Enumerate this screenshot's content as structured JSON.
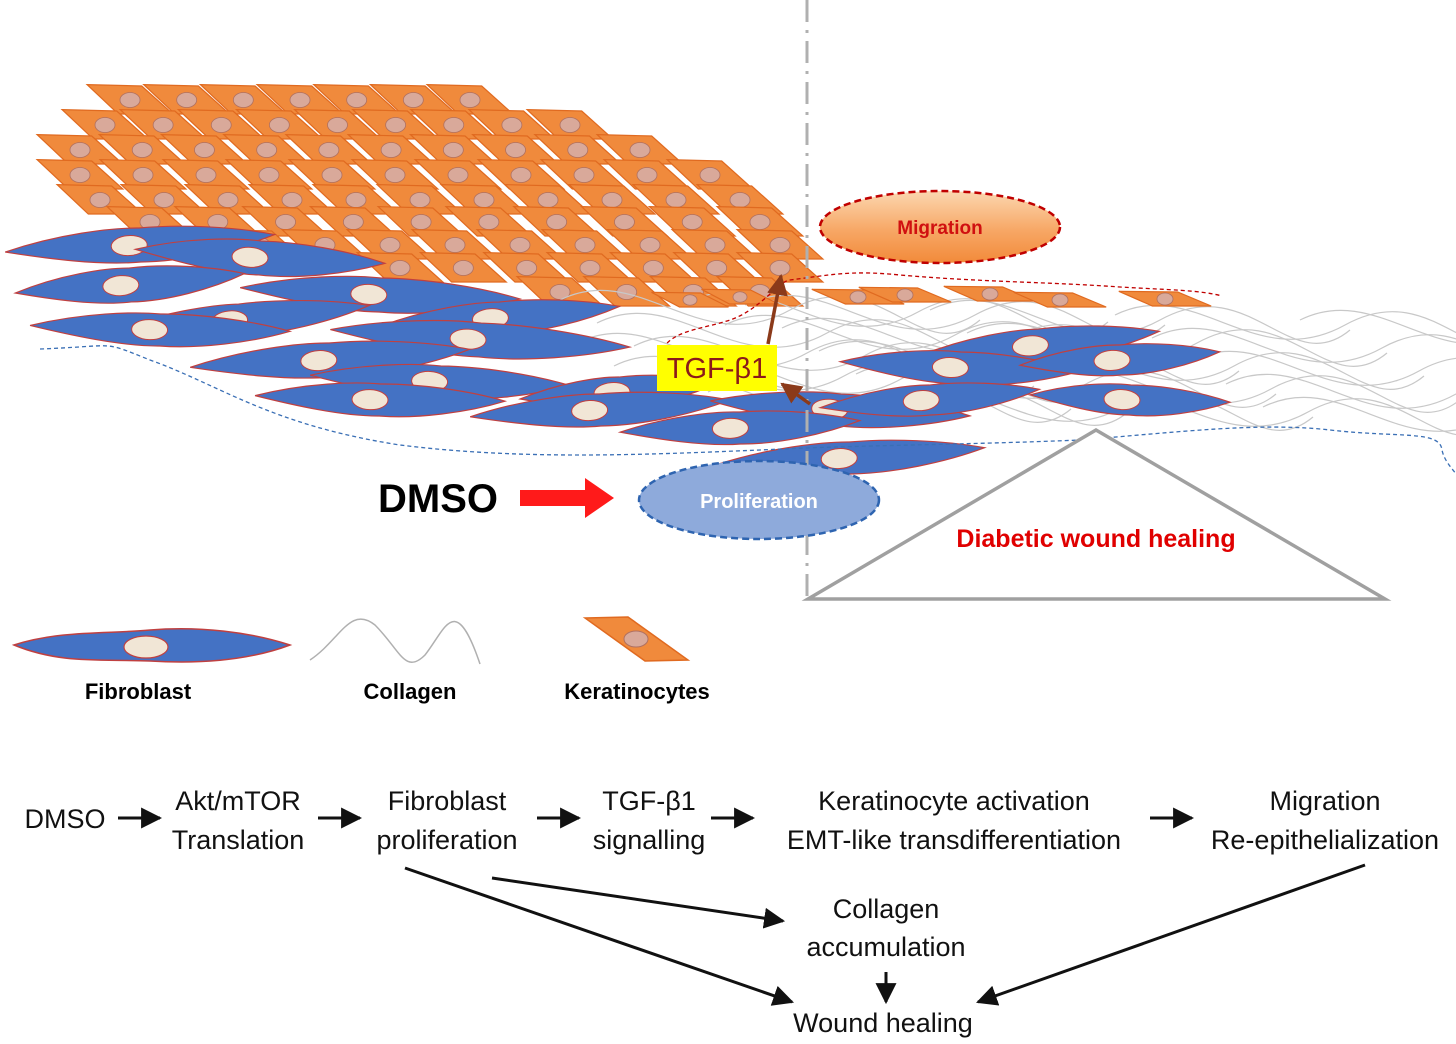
{
  "top_panel": {
    "tgf_label": "TGF-β1",
    "migration_label": "Migration",
    "proliferation_label": "Proliferation",
    "dmso_label": "DMSO",
    "outcome_label": "Diabetic wound healing"
  },
  "legend": {
    "fibroblast": "Fibroblast",
    "collagen": "Collagen",
    "keratinocytes": "Keratinocytes"
  },
  "flow": {
    "dmso": "DMSO",
    "akt_line1": "Akt/mTOR",
    "akt_line2": "Translation",
    "fib_line1": "Fibroblast",
    "fib_line2": "proliferation",
    "tgf_line1": "TGF-β1",
    "tgf_line2": "signalling",
    "ker_line1": "Keratinocyte activation",
    "ker_line2": "EMT-like transdifferentiation",
    "mig_line1": "Migration",
    "mig_line2": "Re-epithelialization",
    "col_line1": "Collagen",
    "col_line2": "accumulation",
    "wound": "Wound healing"
  },
  "colors": {
    "keratinocyte_fill": "#f08a3c",
    "keratinocyte_stroke": "#e06a20",
    "fibroblast_fill": "#4472c4",
    "fibroblast_stroke": "#c04040",
    "nucleus_fill": "#f1e6d6",
    "proliferation_fill": "#8eaadb",
    "migration_text": "#d01010",
    "outcome_text": "#e00000",
    "tgf_box": "#ffff00",
    "tgf_arrow": "#8b3a1a",
    "dmso_arrow": "#ff1a1a"
  }
}
